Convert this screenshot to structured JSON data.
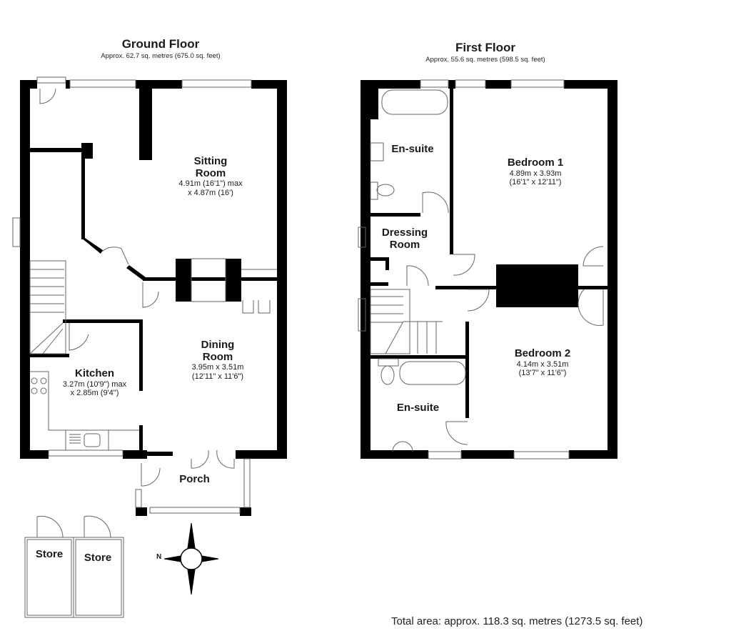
{
  "ground_floor": {
    "title": "Ground Floor",
    "area": "Approx. 62.7 sq. metres (675.0 sq. feet)",
    "rooms": [
      {
        "name": "Sitting",
        "name2": "Room",
        "dim1": "4.91m (16'1\") max",
        "dim2": "x 4.87m (16')"
      },
      {
        "name": "Dining",
        "name2": "Room",
        "dim1": "3.95m x 3.51m",
        "dim2": "(12'11\" x 11'6\")"
      },
      {
        "name": "Kitchen",
        "dim1": "3.27m (10'9\") max",
        "dim2": "x 2.85m (9'4\")"
      },
      {
        "name": "Porch"
      },
      {
        "name": "Store"
      },
      {
        "name": "Store"
      }
    ]
  },
  "first_floor": {
    "title": "First Floor",
    "area": "Approx. 55.6 sq. metres (598.5 sq. feet)",
    "rooms": [
      {
        "name": "Bedroom 1",
        "dim1": "4.89m x 3.93m",
        "dim2": "(16'1\" x 12'11\")"
      },
      {
        "name": "Bedroom 2",
        "dim1": "4.14m x 3.51m",
        "dim2": "(13'7\" x 11'6\")"
      },
      {
        "name": "En-suite"
      },
      {
        "name": "Dressing",
        "name2": "Room"
      },
      {
        "name": "En-suite"
      }
    ]
  },
  "compass": {
    "label": "N",
    "icon": "compass-rose-icon"
  },
  "total_area": "Total area: approx. 118.3 sq. metres (1273.5 sq. feet)",
  "colors": {
    "wall": "#000000",
    "fixture": "#555555",
    "background": "#ffffff"
  }
}
